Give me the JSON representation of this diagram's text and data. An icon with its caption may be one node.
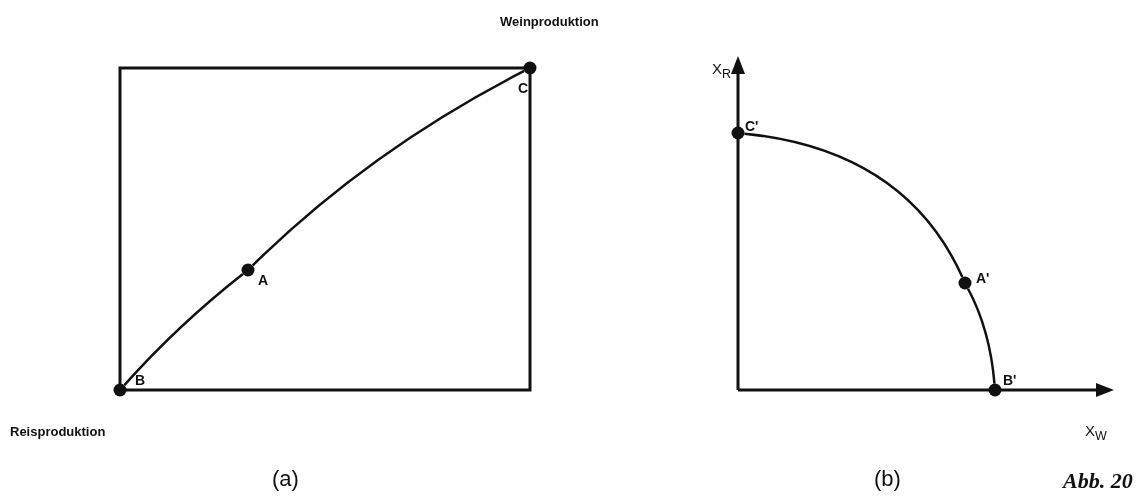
{
  "diagram": {
    "nodes": [
      {
        "text": [],
        "shape": "circle",
        "beside": [
          "C",
          "Weinproduktion"
        ]
      },
      {
        "text": [],
        "shape": "circle",
        "beside": [
          "A"
        ]
      },
      {
        "text": [],
        "shape": "circle",
        "beside": [
          "B",
          "Reisproduktion"
        ]
      },
      {
        "text": [],
        "shape": "circle",
        "beside": [
          "C'"
        ]
      },
      {
        "text": [],
        "shape": "circle",
        "beside": [
          "A'"
        ]
      },
      {
        "text": [],
        "shape": "circle",
        "beside": [
          "B'"
        ]
      }
    ],
    "edges": [
      {
        "from": 2,
        "to": 1,
        "arrow": "none"
      },
      {
        "from": 1,
        "to": 0,
        "arrow": "none"
      },
      {
        "from": 3,
        "to": 4,
        "arrow": "none"
      },
      {
        "from": 4,
        "to": 5,
        "arrow": "none"
      }
    ],
    "labels": [
      "X$_{R}$",
      "X$_{W}$",
      "(a)",
      "(b)",
      "Abb. 20"
    ]
  }
}
